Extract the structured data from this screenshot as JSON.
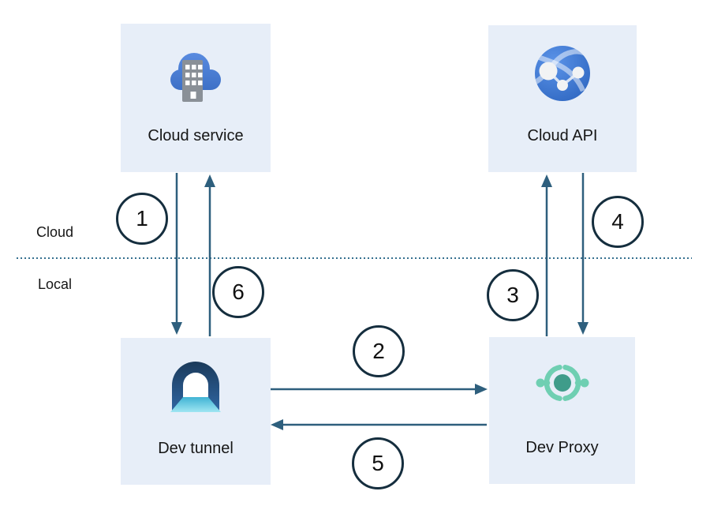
{
  "zones": {
    "cloud": "Cloud",
    "local": "Local"
  },
  "nodes": {
    "cloud_service": {
      "label": "Cloud service",
      "icon": "cloud-service-icon"
    },
    "cloud_api": {
      "label": "Cloud API",
      "icon": "cloud-api-icon"
    },
    "dev_tunnel": {
      "label": "Dev tunnel",
      "icon": "dev-tunnel-icon"
    },
    "dev_proxy": {
      "label": "Dev Proxy",
      "icon": "dev-proxy-icon"
    }
  },
  "steps": {
    "s1": "1",
    "s2": "2",
    "s3": "3",
    "s4": "4",
    "s5": "5",
    "s6": "6"
  },
  "colors": {
    "node_fill": "#E7EEF8",
    "arrow": "#2E5F7D",
    "divider": "#35708F",
    "step_circle_stroke": "#152E3E",
    "text": "#161616",
    "cloud_icon_blue": "#4A80D8",
    "building_gray": "#8A9097",
    "globe_blue": "#3570C8",
    "tunnel_navy": "#1B3A5A",
    "tunnel_floor_cyan": "#49BBD8",
    "proxy_mint": "#6FCFB2",
    "proxy_teal": "#3F9C8A"
  }
}
